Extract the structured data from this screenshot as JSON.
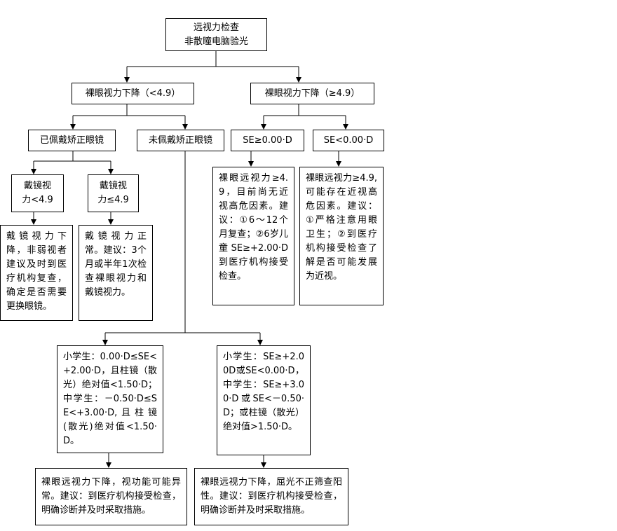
{
  "nodes": {
    "root": {
      "lines": [
        "远视力检查",
        "非散瞳电脑验光"
      ]
    },
    "l_branch": {
      "lines": [
        "裸眼视力下降（<4.9）"
      ]
    },
    "r_branch": {
      "lines": [
        "裸眼视力下降（≥4.9）"
      ]
    },
    "wearing": {
      "lines": [
        "已佩戴矫正眼镜"
      ]
    },
    "not_wearing": {
      "lines": [
        "未佩戴矫正眼镜"
      ]
    },
    "se_ge": {
      "lines": [
        "SE≥0.00·D"
      ]
    },
    "se_lt": {
      "lines": [
        "SE<0.00·D"
      ]
    },
    "glass_lt": {
      "lines": [
        "戴镜视",
        "力<4.9"
      ]
    },
    "glass_ge": {
      "lines": [
        "戴镜视",
        "力≤4.9"
      ]
    },
    "glass_lt_desc": {
      "text": "戴镜视力下降，非弱视者建议及时到医疗机构复查，确定是否需要更换眼镜。"
    },
    "glass_ge_desc": {
      "text": "戴镜视力正常。建议：3个月或半年1次检查裸眼视力和戴镜视力。"
    },
    "se_ge_desc": {
      "text": "裸眼远视力≥4.9，目前尚无近视高危因素。建议：①6～12个月复查；②6岁儿童SE≥+2.00·D到医疗机构接受检查。"
    },
    "se_lt_desc": {
      "text": "裸眼远视力≥4.9,可能存在近视高危因素。建议：①严格注意用眼卫生；②到医疗机构接受检查了解是否可能发展为近视。"
    },
    "mid_a": {
      "text": "小学生：0.00·D≤SE<+2.00·D，且柱镜（散光）绝对值<1.50·D；中学生：－0.50·D≤SE<+3.00·D,且柱镜(散光)绝对值<1.50·D。"
    },
    "mid_b": {
      "text": "小学生：SE≥+2.00D或SE<0.00·D，中学生：SE≥+3.00·D或SE<－0.50·D；或柱镜（散光）绝对值>1.50·D。"
    },
    "out_a": {
      "text": "裸眼远视力下降，视功能可能异常。建议：到医疗机构接受检查，明确诊断并及时采取措施。"
    },
    "out_b": {
      "text": "裸眼远视力下降，屈光不正筛查阳性。建议：到医疗机构接受检查，明确诊断并及时采取措施。"
    }
  }
}
